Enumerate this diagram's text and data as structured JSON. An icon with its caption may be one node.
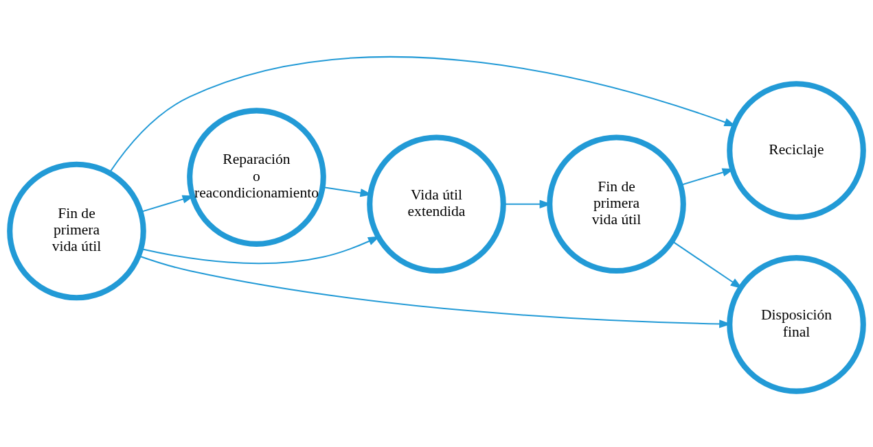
{
  "diagram": {
    "nodes": [
      {
        "text": [
          "Fin de primera vida útil"
        ]
      },
      {
        "text": [
          "Vida útil extendida"
        ]
      },
      {
        "text": [
          "Fin de primera vida útil"
        ]
      },
      {
        "text": [
          "Reparación o reacondicionamiento"
        ]
      },
      {
        "text": [
          "Reciclaje"
        ]
      },
      {
        "text": [
          "Disposición final"
        ]
      }
    ],
    "edges": [
      {
        "from": 0,
        "to": 1,
        "arrow": "to"
      },
      {
        "from": 0,
        "to": 3,
        "arrow": "to"
      },
      {
        "from": 0,
        "to": 4,
        "arrow": "to"
      },
      {
        "from": 0,
        "to": 5,
        "arrow": "to"
      },
      {
        "from": 1,
        "to": 2,
        "arrow": "to"
      },
      {
        "from": 3,
        "to": 1,
        "arrow": "to"
      },
      {
        "from": 2,
        "to": 4,
        "arrow": "to"
      },
      {
        "from": 2,
        "to": 5,
        "arrow": "to"
      }
    ]
  }
}
